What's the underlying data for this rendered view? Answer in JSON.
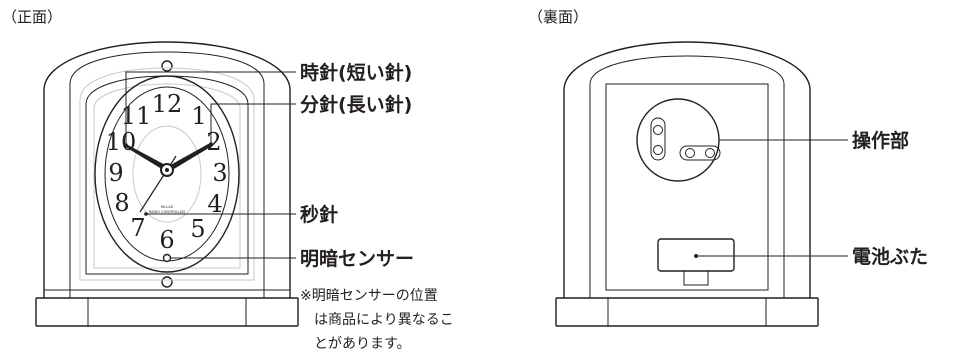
{
  "front": {
    "caption": "（正面）",
    "dial_numbers": [
      "12",
      "1",
      "2",
      "3",
      "4",
      "5",
      "6",
      "7",
      "8",
      "9",
      "10",
      "11"
    ],
    "dial_brand": "RILLAS",
    "dial_subtext": "RADIO CONTROLLED",
    "labels": {
      "hour_hand": "時針(短い針)",
      "minute_hand": "分針(長い針)",
      "second_hand": "秒針",
      "light_sensor": "明暗センサー"
    },
    "note_lines": [
      "※明暗センサーの位置",
      "は商品により異なるこ",
      "とがあります。"
    ]
  },
  "back": {
    "caption": "（裏面）",
    "labels": {
      "controls": "操作部",
      "battery_cover": "電池ぶた"
    },
    "buttons": {
      "top": "",
      "middle": "",
      "right1": "",
      "right2": ""
    }
  }
}
